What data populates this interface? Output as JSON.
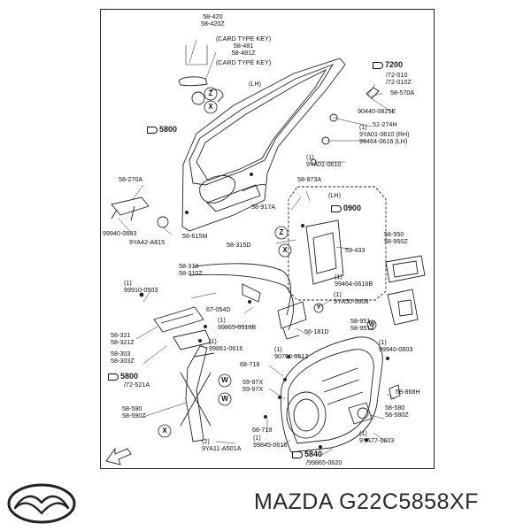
{
  "diagram": {
    "labels": {
      "l5842": "58-420\n58-420Z",
      "l_card1": "(CARD TYPE KEY)\n58-481\n58-481Z",
      "l_card2": "(CARD TYPE KEY)",
      "l_lh1": "(LH)",
      "l7200": "7200",
      "l72010": "/72-010\n/72-010Z",
      "l570a": "58-570A",
      "l90440": "90440-0825E",
      "l51274": "51-274H",
      "l9ya01": "(1)\n9YA01-0610 (RH)\n99464-0616 (LH)",
      "l5800": "5800",
      "l9ya01b": "(1)\n9YA01-0610",
      "l270a": "58-270A",
      "l973a": "58-973A",
      "l_lh2": "(LH)",
      "l0900": "0900",
      "l917a": "58-917A",
      "l99940": "99940-0603",
      "l9ya42": "9YA42-A815",
      "l56615": "56-615M",
      "l315d": "58-315D",
      "l433": "59-433",
      "l950": "58-950\n58-950Z",
      "l310": "58-310\n58-310Z",
      "l99910": "(1)\n99910-0503",
      "l99464b": "(1)\n99464-0616B",
      "l67054": "67-054D",
      "l9ya50": "(1)\n9YA50-0608",
      "l951": "58-951\n58-951Z",
      "l321": "58-321\n58-321Z",
      "l99865": "(1)\n99865-0516B",
      "l181d": "56-181D",
      "l99940b": "(1)\n99940-0603",
      "l303": "58-303\n58-303Z",
      "l99861": "(1)\n99861-0616",
      "l90760": "(1)\n90760-0512",
      "l5800b": "5800",
      "l72521": "/72-521A",
      "l719a": "68-719",
      "l97x": "59-97X\n59-97X",
      "l868": "58-868H",
      "l590": "58-590\n58-590Z",
      "l580": "58-580\n58-580Z",
      "l719b": "68-719",
      "l9ya11": "(2)\n9YA11-A501A",
      "l99845": "(1)\n99845-0616",
      "l9ya77": "(1)\n9YA77-0603",
      "l5840": "5840",
      "l99865b": "/99865-0620",
      "circ_z1": "Z",
      "circ_x1": "X",
      "circ_z2": "Z",
      "circ_x2": "X",
      "circ_w1": "W",
      "circ_w2": "W",
      "circ_x3": "X",
      "circ_y": "Y",
      "circ_w3": "W"
    }
  },
  "brand": {
    "logo_icon": "mazda-winged-m-logo",
    "part_number": "MAZDA G22C5858XF"
  }
}
